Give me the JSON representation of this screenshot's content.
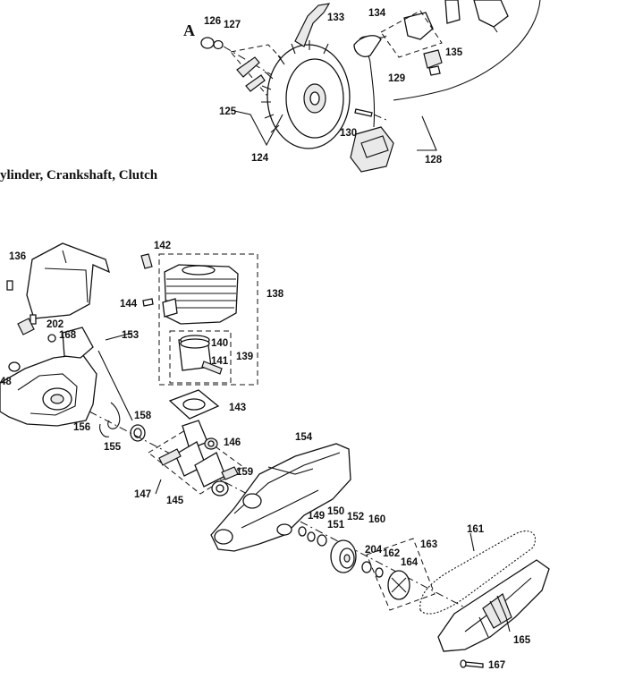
{
  "section": {
    "title": "ylinder, Crankshaft, Clutch",
    "letter": "A"
  },
  "parts": {
    "p124": "124",
    "p125": "125",
    "p126": "126",
    "p127": "127",
    "p128": "128",
    "p129": "129",
    "p130": "130",
    "p133": "133",
    "p134": "134",
    "p135": "135",
    "p136": "136",
    "p138": "138",
    "p139": "139",
    "p140": "140",
    "p141": "141",
    "p142": "142",
    "p143": "143",
    "p144": "144",
    "p145": "145",
    "p146": "146",
    "p147": "147",
    "p148": "48",
    "p149": "149",
    "p150": "150",
    "p151": "151",
    "p152": "152",
    "p153": "153",
    "p154": "154",
    "p155": "155",
    "p156": "156",
    "p158": "158",
    "p159": "159",
    "p160": "160",
    "p161": "161",
    "p162": "162",
    "p163": "163",
    "p164": "164",
    "p165": "165",
    "p167": "167",
    "p168": "168",
    "p202": "202",
    "p204": "204"
  }
}
